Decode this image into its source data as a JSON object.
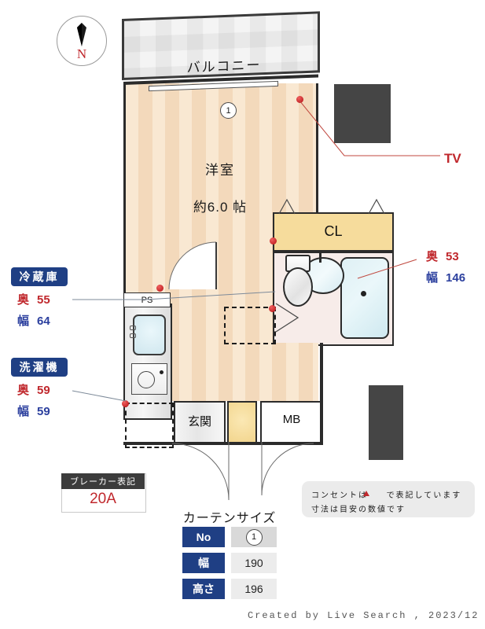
{
  "compass": {
    "north_label": "N"
  },
  "plan": {
    "balcony_label": "バルコニー",
    "room_label": "洋室",
    "room_size": "約6.0 帖",
    "window_number": "1",
    "closet_label": "CL",
    "entrance_label": "玄関",
    "meter_box_label": "MB",
    "pipe_shaft_label": "PS"
  },
  "annotations": {
    "tv_label": "TV",
    "fridge": {
      "tag": "冷蔵庫",
      "depth_label": "奥",
      "depth_value": "55",
      "width_label": "幅",
      "width_value": "64"
    },
    "washer": {
      "tag": "洗濯機",
      "depth_label": "奥",
      "depth_value": "59",
      "width_label": "幅",
      "width_value": "59"
    },
    "closet": {
      "depth_label": "奥",
      "depth_value": "53",
      "width_label": "幅",
      "width_value": "146"
    }
  },
  "breaker": {
    "title": "ブレーカー表記",
    "value": "20A"
  },
  "curtain": {
    "title": "カーテンサイズ",
    "rows": [
      {
        "key": "No",
        "value": "1"
      },
      {
        "key": "幅",
        "value": "190"
      },
      {
        "key": "高さ",
        "value": "196"
      }
    ]
  },
  "note": {
    "line1_before": "コンセントは",
    "line1_after": "で表記しています",
    "line2": "寸法は目安の数値です"
  },
  "footer": {
    "credit": "Created by Live Search , 2023/12"
  },
  "colors": {
    "accent_blue": "#1f3f84",
    "accent_red": "#c0282d",
    "floor": "#f7e3c9",
    "closet": "#f6dc9c",
    "wall": "#2b2b2b"
  }
}
